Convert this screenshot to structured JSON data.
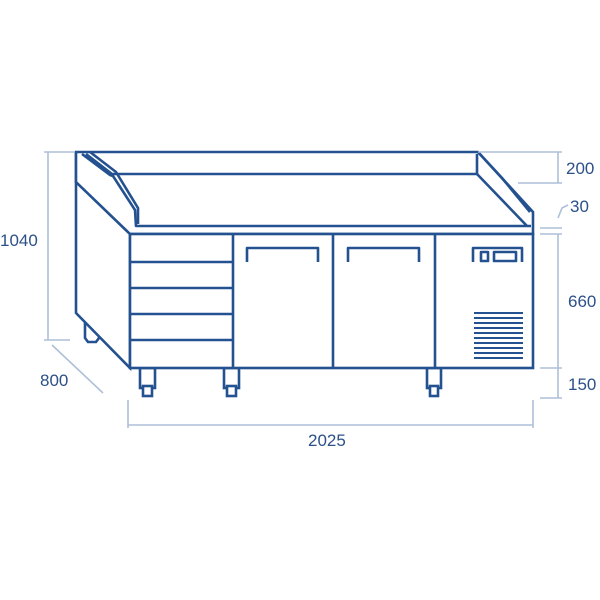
{
  "title": "Refrigerated counter dimension drawing",
  "colors": {
    "outline": "#24518f",
    "dimension_line": "#aebfd8",
    "text": "#2c5088"
  },
  "dimensions": {
    "height_total": "1040",
    "depth": "800",
    "width": "2025",
    "upper_structure": "200",
    "worktop": "30",
    "body": "660",
    "legs": "150"
  },
  "parts": {
    "drawers": 4,
    "doors": 2,
    "vent_slats": 10
  }
}
